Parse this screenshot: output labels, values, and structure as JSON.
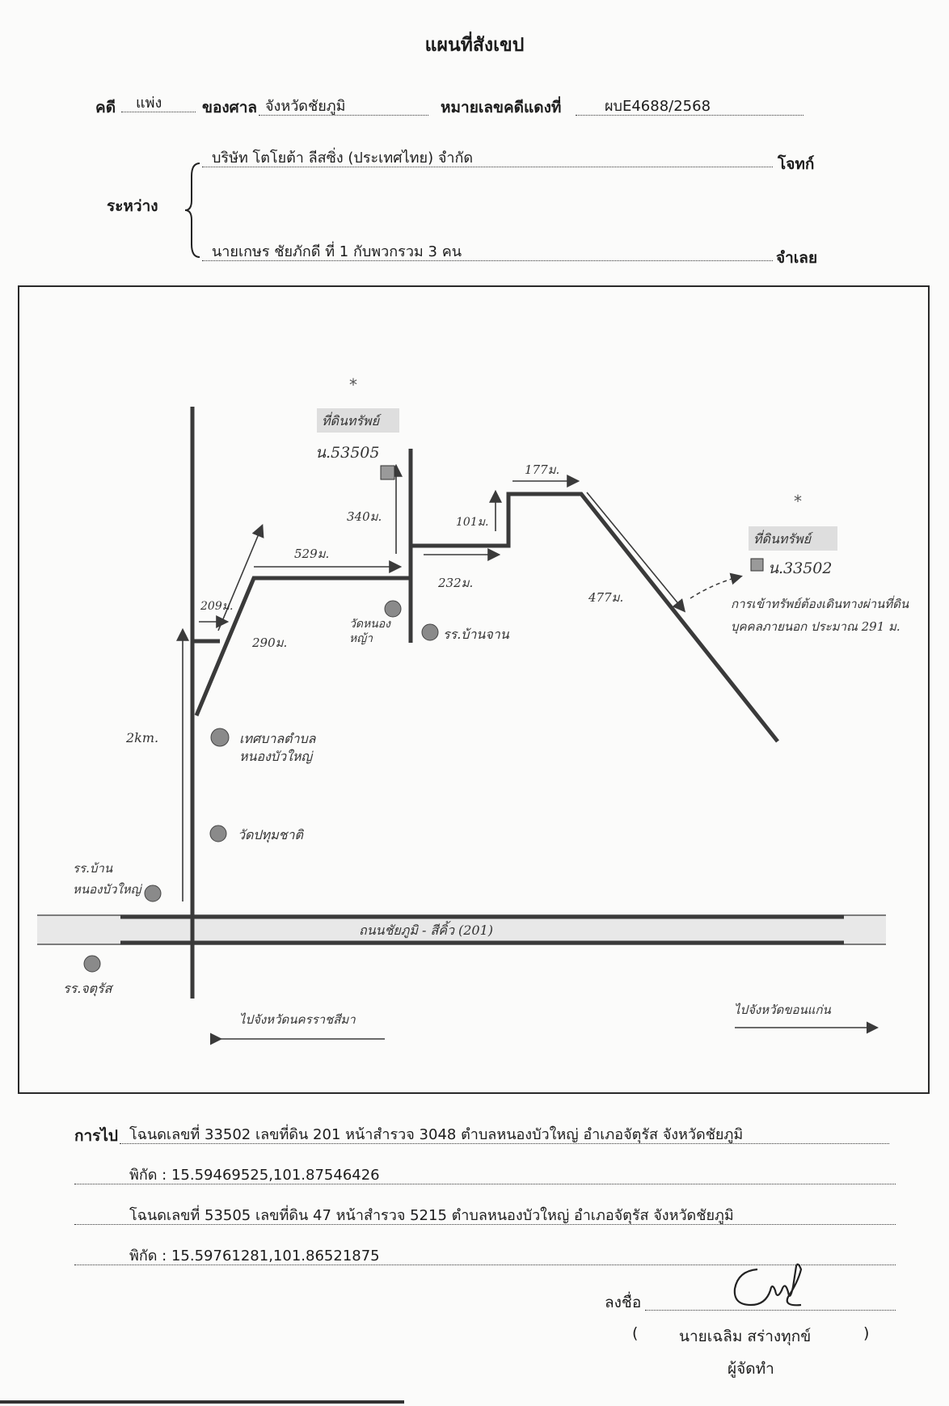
{
  "header": {
    "title": "แผนที่สังเขป",
    "case_label": "คดี",
    "case_type": "แพ่ง",
    "court_label": "ของศาล",
    "court": "จังหวัดชัยภูมิ",
    "red_no_label": "หมายเลขคดีแดงที่",
    "red_no": "ผบE4688/2568"
  },
  "parties": {
    "between_label": "ระหว่าง",
    "plaintiff": "บริษัท โตโยต้า ลีสซิ่ง (ประเทศไทย) จำกัด",
    "plaintiff_role": "โจทก์",
    "defendant": "นายเกษร ชัยภักดี ที่ 1 กับพวกรวม 3 คน",
    "defendant_role": "จำเลย"
  },
  "map": {
    "asset_label_1": "ที่ดินทรัพย์",
    "deed_1": "น.53505",
    "asset_label_2": "ที่ดินทรัพย์",
    "deed_2": "น.33502",
    "dist_340": "340ม.",
    "dist_529": "529ม.",
    "dist_101": "101ม.",
    "dist_177": "177ม.",
    "dist_232": "232ม.",
    "dist_477": "477ม.",
    "dist_209": "209ม.",
    "dist_290": "290ม.",
    "dist_2km": "2km.",
    "wat_nong": "วัดหนองหญ้า",
    "school_ban_jan": "รร.บ้านจาน",
    "municipality": "เทศบาลตำบลหนองบัวใหญ่",
    "wat_pathum": "วัดปทุมชาติ",
    "school_nongbua": "รร.บ้านหนองบัวใหญ่",
    "school_chatturat": "รร.จตุรัส",
    "road_label": "ถนนชัยภูมิ - สีคิ้ว (201)",
    "access_note": "การเข้าทรัพย์ต้องเดินทางผ่านที่ดินบุคคลภายนอก ประมาณ 291 ม.",
    "to_left": "ไปจังหวัดนครราชสีมา",
    "to_right": "ไปจังหวัดขอนแก่น",
    "colors": {
      "line": "#3a3a3a",
      "dot": "#8a8a8a",
      "label_box": "#dedede"
    }
  },
  "footer": {
    "route_label": "การไป",
    "line1": "โฉนดเลขที่ 33502 เลขที่ดิน 201 หน้าสำรวจ 3048 ตำบลหนองบัวใหญ่ อำเภอจัตุรัส จังหวัดชัยภูมิ",
    "line2": "พิกัด : 15.59469525,101.87546426",
    "line3": "โฉนดเลขที่ 53505 เลขที่ดิน 47 หน้าสำรวจ 5215 ตำบลหนองบัวใหญ่ อำเภอจัตุรัส จังหวัดชัยภูมิ",
    "line4": "พิกัด : 15.59761281,101.86521875",
    "sign_label": "ลงชื่อ",
    "open_paren": "(",
    "signer": "นายเฉลิม สร่างทุกข์",
    "close_paren": ")",
    "signer_role": "ผู้จัดทำ"
  }
}
